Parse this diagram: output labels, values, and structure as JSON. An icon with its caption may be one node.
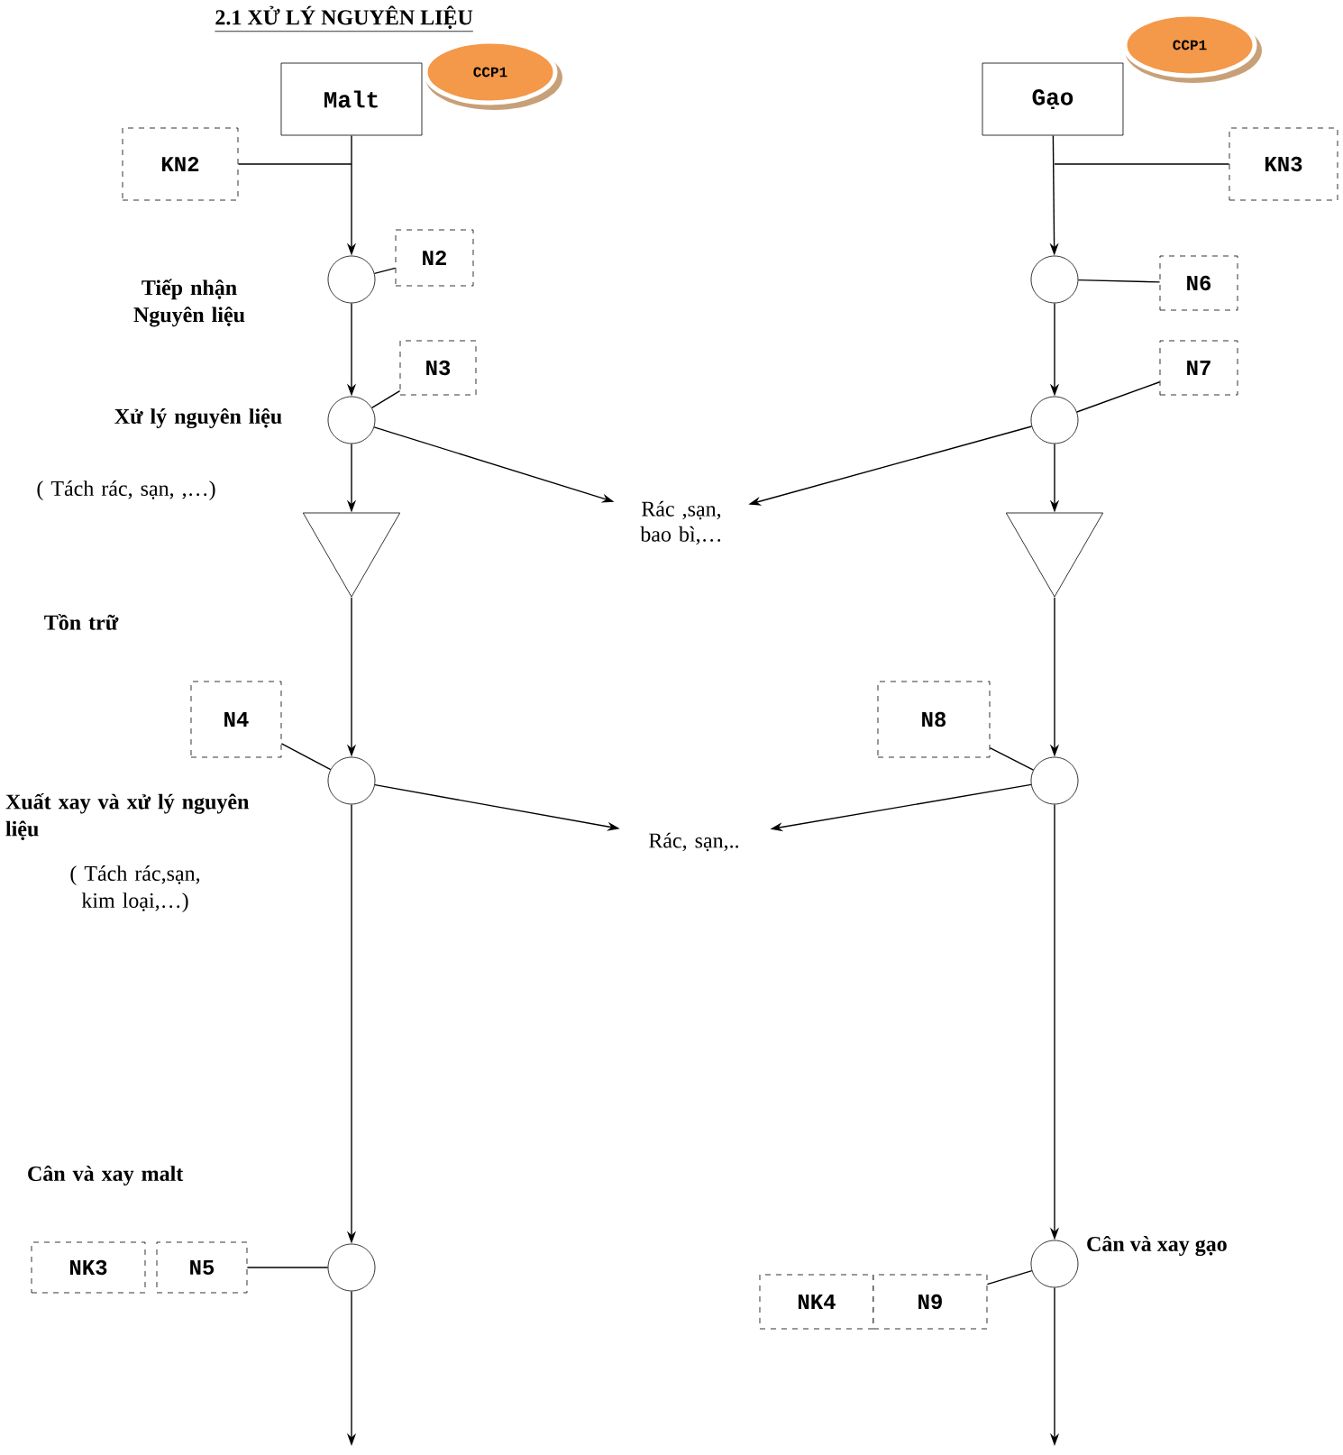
{
  "diagram": {
    "title": "2.1 XỬ LÝ NGUYÊN LIỆU",
    "nodes": [
      {
        "text": [
          "Malt"
        ]
      },
      {
        "text": [
          "CCP1"
        ]
      },
      {
        "text": [
          "Gạo"
        ]
      },
      {
        "text": [
          "CCP1"
        ]
      },
      {
        "text": [
          "KN2"
        ]
      },
      {
        "text": [
          "KN3"
        ]
      },
      {
        "text": [],
        "shape": "circle"
      },
      {
        "text": [
          "N2"
        ]
      },
      {
        "text": [],
        "shape": "circle"
      },
      {
        "text": [
          "N6"
        ]
      },
      {
        "text": [],
        "shape": "circle"
      },
      {
        "text": [
          "N3"
        ]
      },
      {
        "text": [],
        "shape": "circle"
      },
      {
        "text": [
          "N7"
        ]
      },
      {
        "text": [
          "Rác ,sạn, bao bì,…"
        ]
      },
      {
        "text": [],
        "shape": "triangle"
      },
      {
        "text": [],
        "shape": "triangle"
      },
      {
        "text": [
          "N4"
        ]
      },
      {
        "text": [],
        "shape": "circle"
      },
      {
        "text": [
          "N8"
        ]
      },
      {
        "text": [],
        "shape": "circle"
      },
      {
        "text": [
          "Rác, sạn,.."
        ]
      },
      {
        "text": [
          "NK3"
        ]
      },
      {
        "text": [
          "N5"
        ]
      },
      {
        "text": [],
        "shape": "circle"
      },
      {
        "text": [],
        "shape": "circle",
        "beside": [
          "Cân và xay gạo"
        ]
      },
      {
        "text": [
          "NK4"
        ]
      },
      {
        "text": [
          "N9"
        ]
      }
    ],
    "edges": [
      {
        "from": 0,
        "to": 6,
        "arrow": "to"
      },
      {
        "from": 4,
        "to": null,
        "arrow": "none"
      },
      {
        "from": 5,
        "to": null,
        "arrow": "none"
      },
      {
        "from": 2,
        "to": 8,
        "arrow": "to"
      },
      {
        "from": 7,
        "to": 6,
        "arrow": "none"
      },
      {
        "from": 9,
        "to": 8,
        "arrow": "none"
      },
      {
        "from": 6,
        "to": 10,
        "arrow": "to"
      },
      {
        "from": 8,
        "to": 12,
        "arrow": "to"
      },
      {
        "from": 11,
        "to": 10,
        "arrow": "none"
      },
      {
        "from": 13,
        "to": 12,
        "arrow": "none"
      },
      {
        "from": 10,
        "to": 14,
        "arrow": "to"
      },
      {
        "from": 12,
        "to": 14,
        "arrow": "to"
      },
      {
        "from": 10,
        "to": 15,
        "arrow": "to"
      },
      {
        "from": 12,
        "to": 16,
        "arrow": "to"
      },
      {
        "from": 15,
        "to": 18,
        "arrow": "to"
      },
      {
        "from": 16,
        "to": 20,
        "arrow": "to"
      },
      {
        "from": 17,
        "to": 18,
        "arrow": "none"
      },
      {
        "from": 19,
        "to": 20,
        "arrow": "none"
      },
      {
        "from": 18,
        "to": 21,
        "arrow": "to"
      },
      {
        "from": 20,
        "to": 21,
        "arrow": "to"
      },
      {
        "from": 18,
        "to": 24,
        "arrow": "to"
      },
      {
        "from": 20,
        "to": 25,
        "arrow": "to"
      },
      {
        "from": 23,
        "to": 24,
        "arrow": "none"
      },
      {
        "from": 27,
        "to": 25,
        "arrow": "none"
      },
      {
        "from": 24,
        "to": null,
        "arrow": "to"
      },
      {
        "from": 25,
        "to": null,
        "arrow": "to"
      }
    ],
    "labels": [
      "Tiếp nhận Nguyên liệu",
      "Xử lý nguyên liệu",
      "( Tách rác, sạn, ,…)",
      "Tồn trữ",
      "Xuất xay và xử lý nguyên liệu",
      "( Tách rác,sạn, kim loại,…)",
      "Cân và xay malt"
    ]
  }
}
